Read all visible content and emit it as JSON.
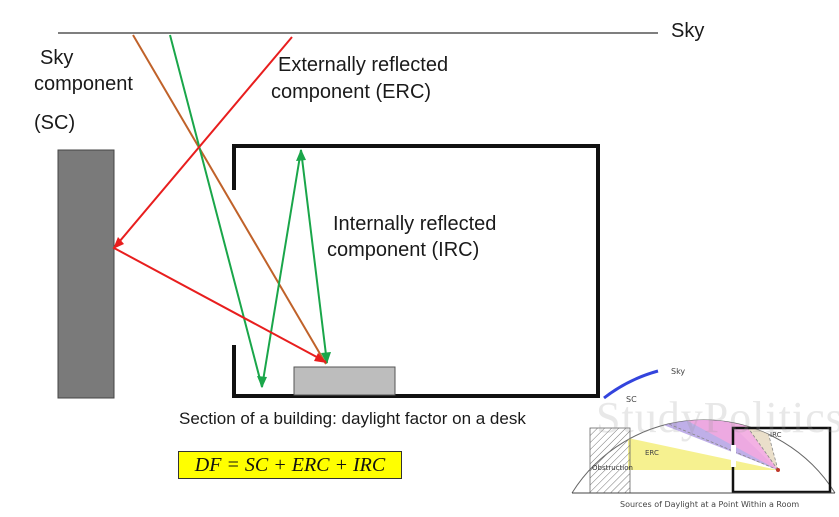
{
  "labels": {
    "sky": "Sky",
    "sky_component_line1": "Sky",
    "sky_component_line2": "component",
    "sky_component_abbr": "(SC)",
    "erc_line1": "Externally reflected",
    "erc_line2": "component (ERC)",
    "irc_line1": "Internally reflected",
    "irc_line2": "component (IRC)"
  },
  "caption": "Section of a building: daylight factor on a desk",
  "formula": "DF = SC + ERC + IRC",
  "colors": {
    "sky_component_ray": "#1aa64a",
    "externally_reflected_ray": "#e81e1e",
    "direct_ray": "#c0622a",
    "obstruction": "#7a7a7a",
    "desk": "#bdbdbd",
    "formula_highlight": "#ffff00"
  },
  "inset": {
    "sky_label": "Sky",
    "sc_label": "SC",
    "erc_label": "ERC",
    "irc_label": "IRC",
    "obstruction_label": "Obstruction",
    "watermark": "StudyPolitics",
    "caption": "Sources of Daylight at a Point Within a Room",
    "colors": {
      "sky_arc": "#3344dd",
      "sc_wedge": "#b8a6e6",
      "irc_wedge": "#f2a8e0",
      "erc_wedge": "#f5f08a",
      "sky_wedge": "#e8dcc4"
    }
  }
}
